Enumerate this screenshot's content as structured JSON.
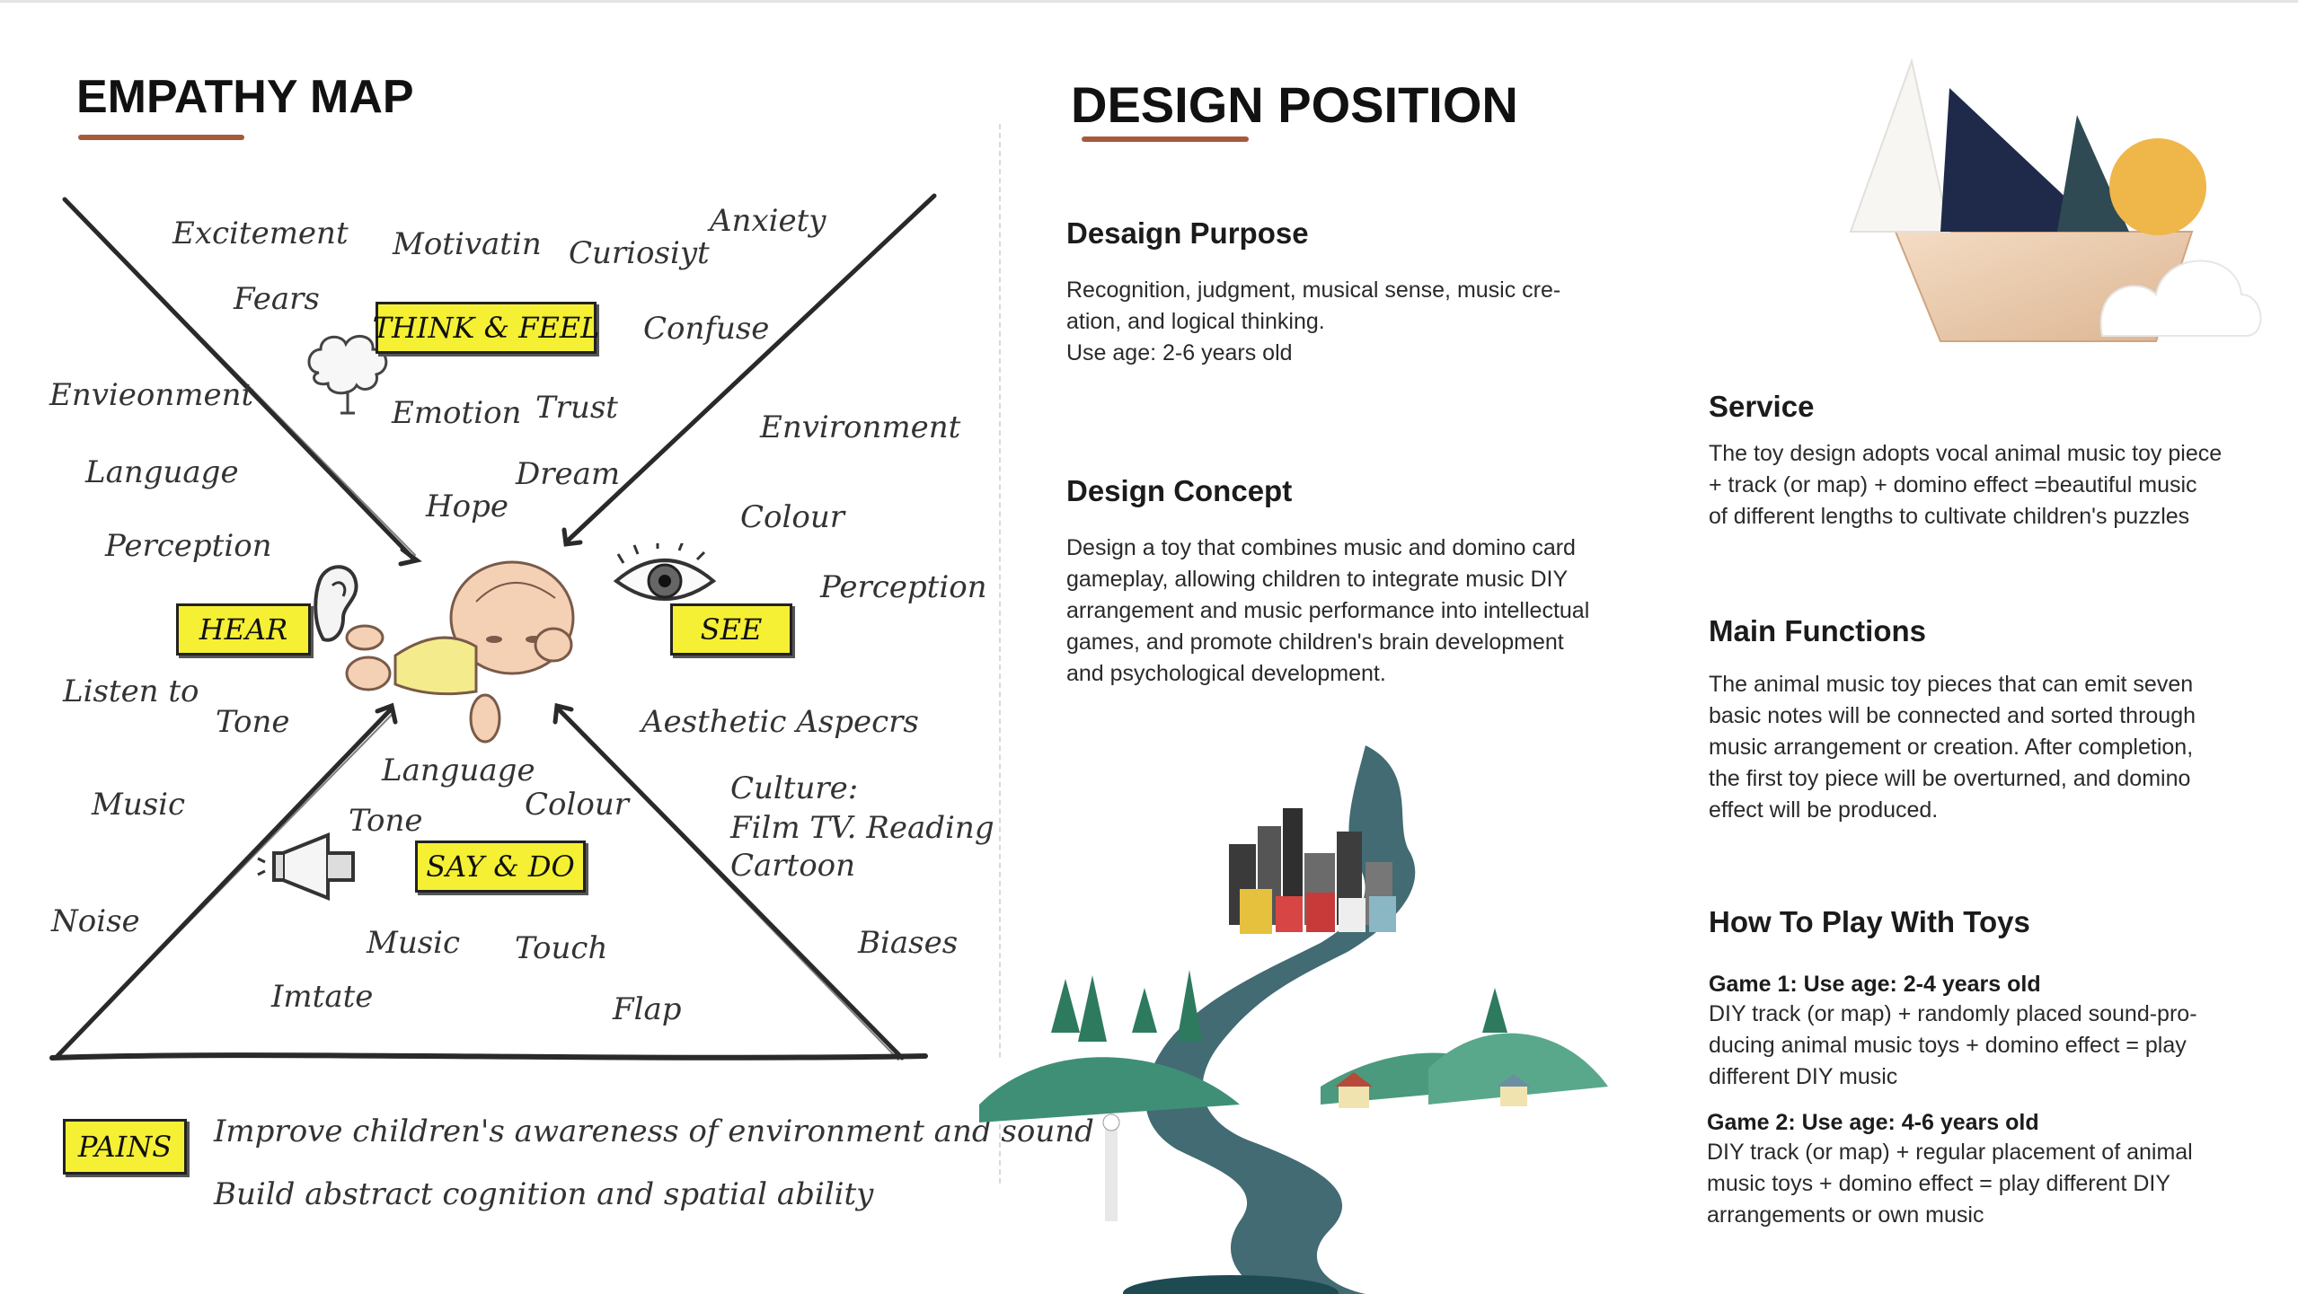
{
  "empathy_map": {
    "title": "EMPATHY MAP",
    "labels": {
      "think_feel": "THINK & FEEL",
      "hear": "HEAR",
      "see": "SEE",
      "say_do": "SAY & DO",
      "pains": "PAINS"
    },
    "think_feel_words": [
      "Excitement",
      "Motivatin",
      "Curiosiyt",
      "Anxiety",
      "Fears",
      "Confuse",
      "Emotion",
      "Trust",
      "Dream",
      "Hope"
    ],
    "hear_words": [
      "Envieonment",
      "Language",
      "Perception",
      "Listen to",
      "Tone",
      "Music",
      "Noise"
    ],
    "see_words": [
      "Environment",
      "Colour",
      "Perception",
      "Aesthetic Aspecrs",
      "Culture:",
      "Film  TV.  Reading",
      "Cartoon",
      "Biases"
    ],
    "say_do_words": [
      "Language",
      "Tone",
      "Colour",
      "Music",
      "Touch",
      "Imtate",
      "Flap"
    ],
    "pains_lines": [
      "Improve children's awareness of environment and sound",
      "Build abstract cognition and spatial ability"
    ]
  },
  "design_position": {
    "title": "DESIGN POSITION",
    "purpose": {
      "heading": "Desaign Purpose",
      "text": "Recognition, judgment, musical sense, music cre-\nation, and logical thinking.\nUse age: 2-6 years old"
    },
    "concept": {
      "heading": "Design Concept",
      "text": "Design a toy that combines music and domino card\ngameplay, allowing children to integrate music DIY\narrangement and music performance into intellectual\ngames, and promote children's brain development\nand psychological development."
    },
    "service": {
      "heading": "Service",
      "text": "The toy design adopts vocal animal music toy piece\n+ track (or map) + domino effect =beautiful music\nof different lengths to cultivate children's puzzles"
    },
    "functions": {
      "heading": "Main Functions",
      "text": "The animal music toy pieces that can emit seven\nbasic notes will be connected and sorted through\nmusic arrangement or creation. After completion,\nthe first toy piece will be overturned, and domino\neffect will be produced."
    },
    "play": {
      "heading": "How To Play With Toys",
      "game1_title": "Game 1: Use age: 2-4 years old",
      "game1_text": "DIY track (or map) + randomly placed sound-pro-\nducing animal music toys + domino effect = play\ndifferent DIY music",
      "game2_title": "Game 2: Use age: 4-6 years old",
      "game2_text": "DIY track (or map) + regular placement of animal\nmusic toys + domino effect = play different DIY\narrangements or own music"
    }
  },
  "colors": {
    "accent_underline": "#a65a3c",
    "highlight_yellow": "#f5f033"
  }
}
